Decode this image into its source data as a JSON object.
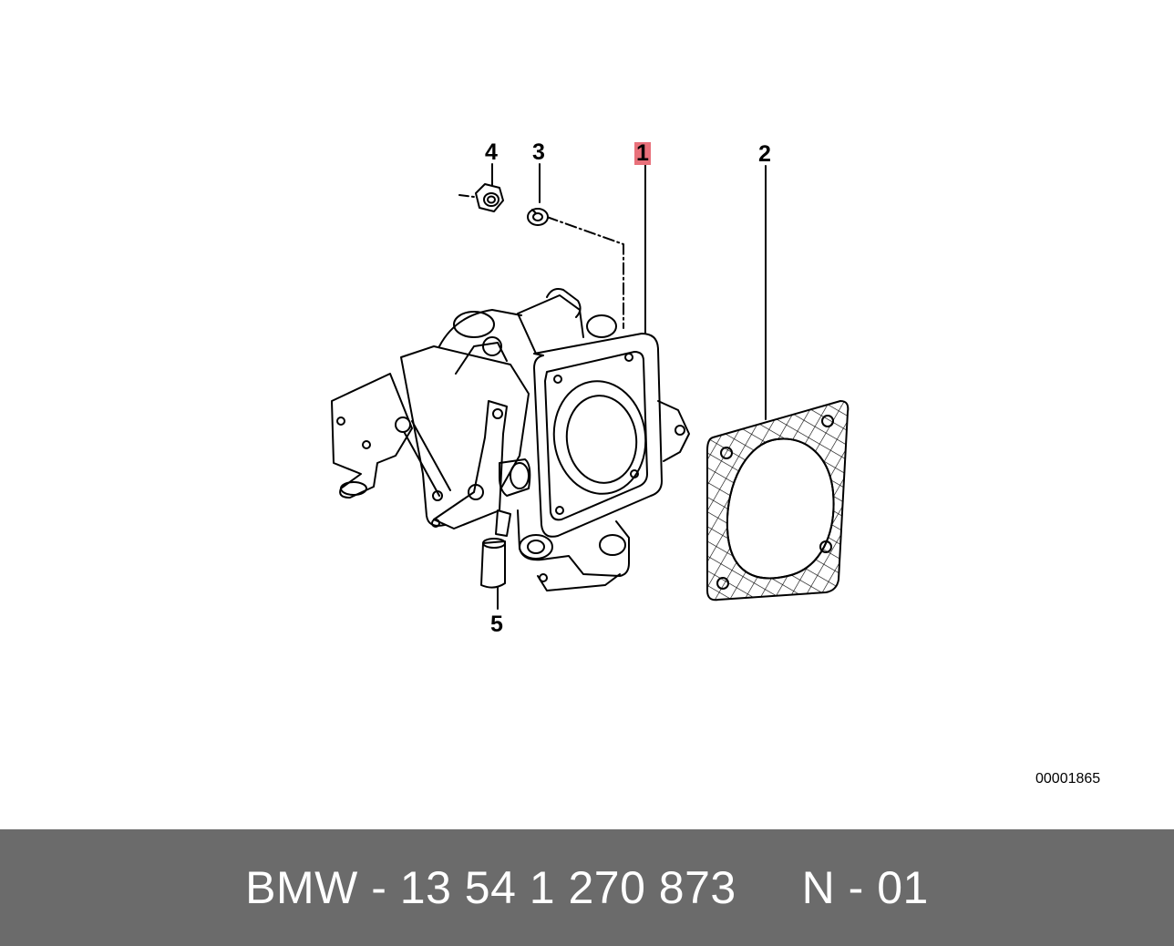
{
  "callouts": {
    "part_1": "1",
    "part_2": "2",
    "part_3": "3",
    "part_4": "4",
    "part_5": "5"
  },
  "highlighted_part": "1",
  "highlight_color": "#e8707a",
  "drawing_number": "00001865",
  "footer": {
    "text": "BMW - 13 54 1 270 873     N - 01",
    "background": "#6b6b6b"
  }
}
